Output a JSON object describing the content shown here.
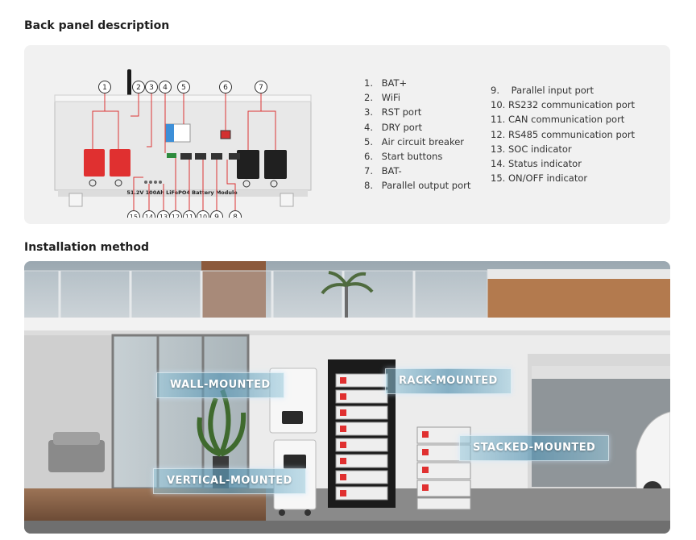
{
  "back_panel": {
    "heading": "Back panel description",
    "module_label": "51.2V 100Ah LiFePO4 Battery Module",
    "callouts": [
      "1",
      "2",
      "3",
      "4",
      "5",
      "6",
      "7",
      "8",
      "9",
      "10",
      "11",
      "12",
      "13",
      "14",
      "15"
    ],
    "legend_left": [
      {
        "num": "1.",
        "label": "BAT+"
      },
      {
        "num": "2.",
        "label": "WiFi"
      },
      {
        "num": "3.",
        "label": "RST port"
      },
      {
        "num": "4.",
        "label": "DRY port"
      },
      {
        "num": "5.",
        "label": "Air circuit breaker"
      },
      {
        "num": "6.",
        "label": "Start buttons"
      },
      {
        "num": "7.",
        "label": "BAT-"
      },
      {
        "num": "8.",
        "label": "Parallel output port"
      }
    ],
    "legend_right": [
      {
        "num": "9.",
        "label": "Parallel input port"
      },
      {
        "num": "10.",
        "label": "RS232 communication port"
      },
      {
        "num": "11.",
        "label": "CAN communication port"
      },
      {
        "num": "12.",
        "label": "RS485 communication port"
      },
      {
        "num": "13.",
        "label": "SOC indicator"
      },
      {
        "num": "14.",
        "label": "Status indicator"
      },
      {
        "num": "15.",
        "label": "ON/OFF indicator"
      }
    ],
    "colors": {
      "terminal_red": "#e03030",
      "terminal_black": "#202020",
      "breaker_blue": "#3d8fd8"
    }
  },
  "installation": {
    "heading": "Installation method",
    "tags": {
      "wall": "WALL-MOUNTED",
      "rack": "RACK-MOUNTED",
      "stacked": "STACKED-MOUNTED",
      "vertical": "VERTICAL-MOUNTED"
    }
  }
}
